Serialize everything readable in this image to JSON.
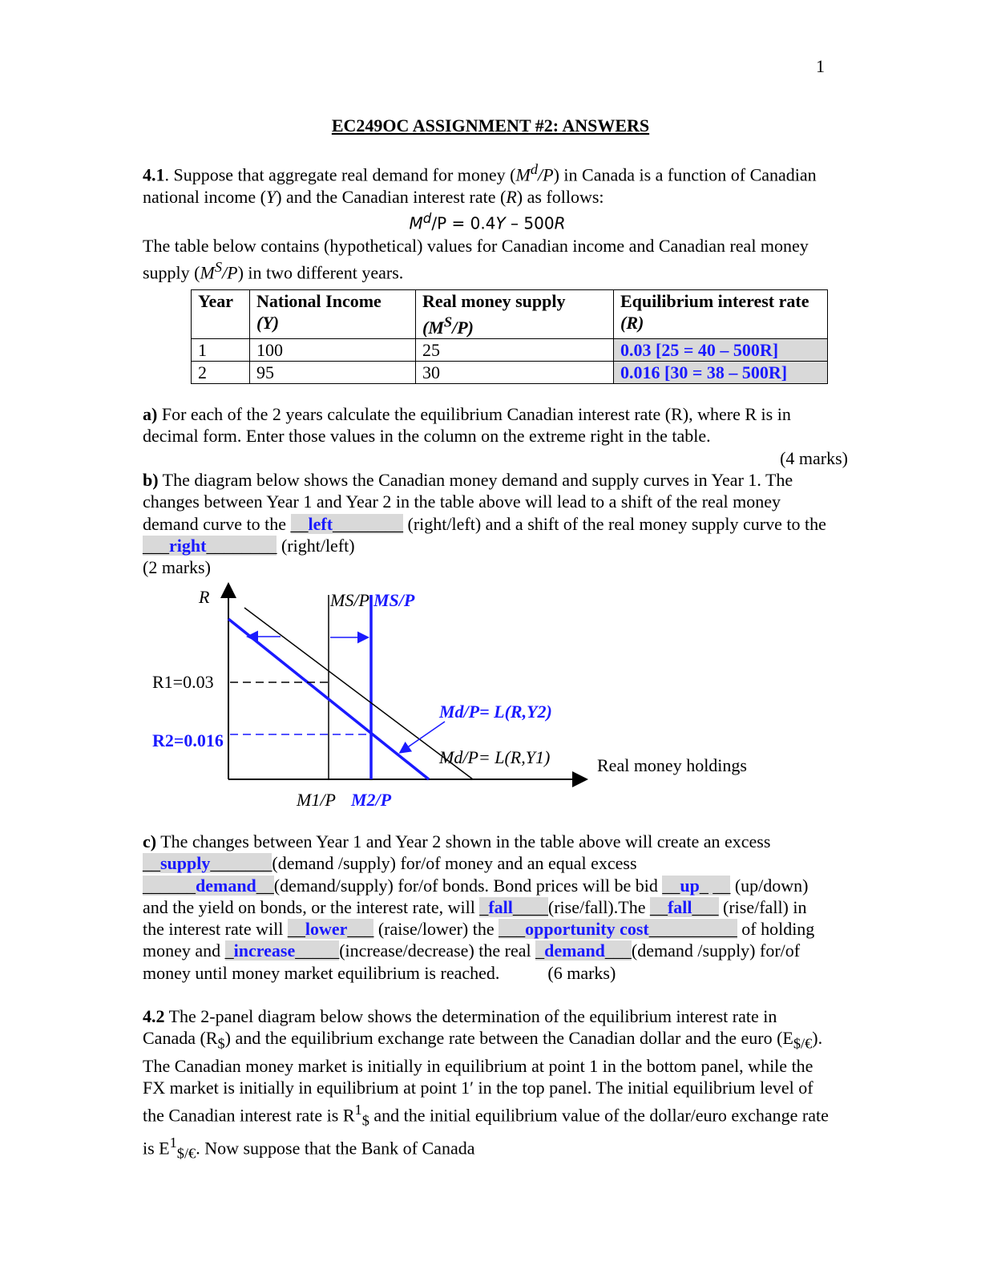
{
  "page_number": "1",
  "title": "EC249OC  ASSIGNMENT #2: ANSWERS",
  "q41": {
    "num": "4.1",
    "intro_a": ". Suppose that aggregate real demand for money (",
    "md": "M",
    "d_sup": "d",
    "slash_p": "/P",
    "intro_b": ") in Canada is a function of Canadian national income (",
    "Y": "Y",
    "intro_c": ") and the Canadian interest rate (",
    "R": "R",
    "intro_d": ") as follows:",
    "eq_lhs": "M",
    "eq_mid": "/P = 0.4",
    "eq_y": "Y",
    "eq_rest": " – 500",
    "eq_r": "R",
    "table_intro_a": "The table below contains (hypothetical) values for Canadian income and Canadian real money supply (",
    "ms": "M",
    "s_sup": "S",
    "table_intro_b": ") in two different years."
  },
  "table": {
    "headers": [
      {
        "l1": "Year",
        "l2": ""
      },
      {
        "l1": "National Income",
        "l2": "(Y)"
      },
      {
        "l1": "Real money supply",
        "l2": "(MS/P)"
      },
      {
        "l1": "Equilibrium interest rate",
        "l2": "(R)"
      }
    ],
    "rows": [
      {
        "year": "1",
        "income": "100",
        "supply": "25",
        "rate": "0.03   [25 = 40 – 500R]"
      },
      {
        "year": "2",
        "income": "95",
        "supply": "30",
        "rate": "0.016 [30 = 38 – 500R]"
      }
    ]
  },
  "part_a": {
    "label": "a)",
    "text": " For each of the 2 years calculate the equilibrium Canadian interest rate (R), where R is in decimal form. Enter those values in the column on the extreme right in the table.",
    "marks": "(4 marks)"
  },
  "part_b": {
    "label": "b)",
    "text_a": " The diagram below shows the Canadian money demand and supply curves in Year 1. The changes between Year 1 and Year 2 in the table above will lead to a shift of the real money demand curve to the ",
    "ans1_pre": "__",
    "ans1": "left",
    "ans1_post": "________",
    "text_b": " (right/left) and a shift of the real money supply curve to the ",
    "ans2_pre": "___",
    "ans2": "right",
    "ans2_post": "________",
    "text_c": " (right/left)",
    "marks": "(2 marks)"
  },
  "diagram": {
    "y_axis": "R",
    "x_axis": "Real money holdings",
    "ms1": "MS/P",
    "ms2": "MS/P",
    "r1": "R1=0.03",
    "r2": "R2=0.016",
    "md2": "Md/P= L(R,Y2)",
    "md1": "Md/P= L(R,Y1)",
    "m1": "M1/P",
    "m2": "M2/P"
  },
  "part_c": {
    "label": "c)",
    "t1": " The changes between Year 1 and Year 2 shown in the table above will create an excess ",
    "a1": "supply",
    "t2": "(demand /supply) for/of money and an equal excess ",
    "a2": "demand",
    "t3": "(demand/supply) for/of bonds.  Bond prices will be bid ",
    "a3": "up",
    "t4": " (up/down) and the yield on bonds, or the interest rate, will ",
    "a4": "fall",
    "t5": "(rise/fall).The ",
    "a5": "fall",
    "t6": " (rise/fall) in the interest rate will ",
    "a6": "lower",
    "t7": " (raise/lower) the ",
    "a7": "opportunity cost",
    "t8": " of holding money and ",
    "a8": "increase",
    "t9": "(increase/decrease) the real ",
    "a9": "demand",
    "t10": "(demand /supply) for/of money until money market equilibrium is reached.",
    "marks": "(6 marks)"
  },
  "q42": {
    "num": "4.2",
    "t1": " The 2-panel diagram below shows the determination of the equilibrium interest rate in Canada (R",
    "sub_dollar": "$",
    "t2": ") and the equilibrium exchange rate between the Canadian dollar and the euro (E",
    "sub_fx": "$/€",
    "t3": "). The Canadian money market is initially in equilibrium at point 1 in the bottom panel, while the FX market is initially in equilibrium at point 1′ in the top panel.  The initial equilibrium level of the Canadian interest rate is R",
    "sup1": "1",
    "t4": " and the initial equilibrium value of the dollar/euro exchange rate is E",
    "t5": ".  Now suppose that the Bank of Canada"
  }
}
